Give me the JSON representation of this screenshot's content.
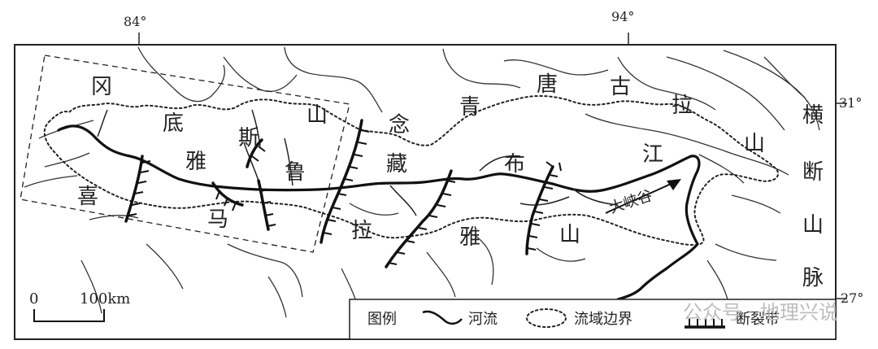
{
  "coordinates": {
    "lon_84": "84°",
    "lon_94": "94°",
    "lat_31": "31°",
    "lat_27": "27°"
  },
  "labels": {
    "gangdise": [
      "冈",
      "底",
      "斯",
      "山"
    ],
    "nianqing": [
      "念",
      "青",
      "唐",
      "古",
      "拉",
      "山"
    ],
    "hengduan": [
      "横",
      "断",
      "山",
      "脉"
    ],
    "yarlung": [
      "雅",
      "鲁",
      "藏",
      "布",
      "江"
    ],
    "himalaya": [
      "喜",
      "马",
      "拉",
      "雅",
      "山"
    ],
    "canyon": "大峡谷"
  },
  "scale": {
    "zero": "0",
    "distance": "100km"
  },
  "legend": {
    "title": "图例",
    "river": "河流",
    "boundary": "流域边界",
    "fault": "断裂带"
  },
  "watermark": "公众号 · 地理兴说",
  "colors": {
    "ink": "#222222",
    "watermark": "#bdbdbd"
  }
}
